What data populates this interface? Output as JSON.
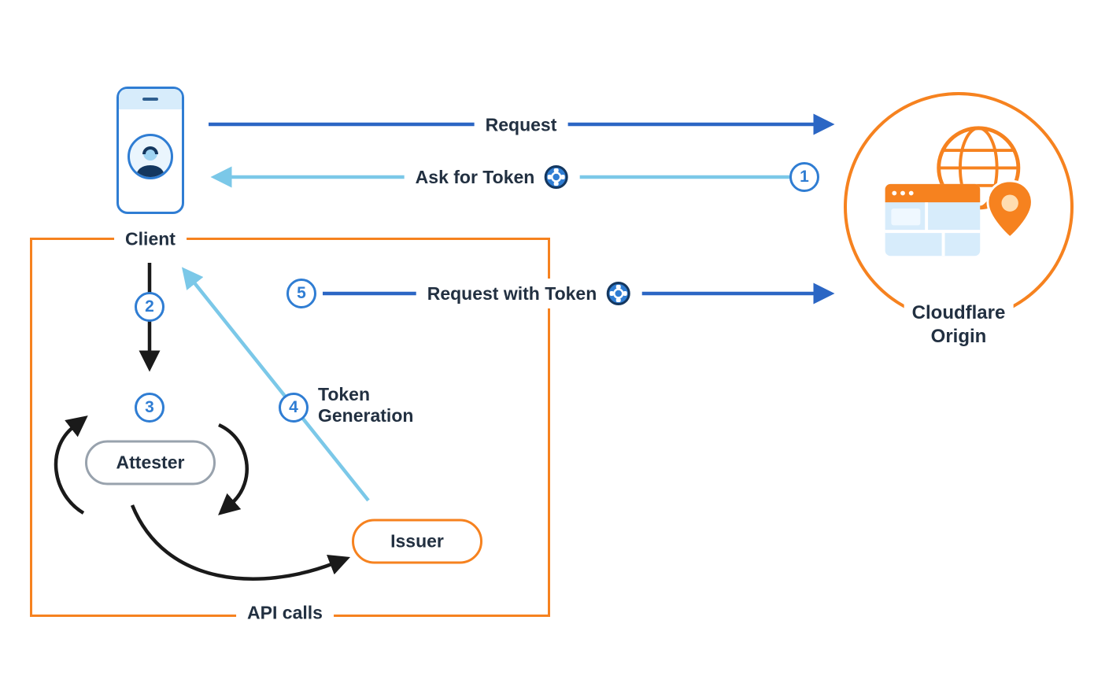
{
  "diagram": {
    "nodes": {
      "client": {
        "label": "Client"
      },
      "attester": {
        "label": "Attester"
      },
      "issuer": {
        "label": "Issuer"
      },
      "origin": {
        "label_line1": "Cloudflare",
        "label_line2": "Origin"
      }
    },
    "flows": {
      "request": {
        "label": "Request"
      },
      "ask_for_token": {
        "label": "Ask for Token",
        "step": "1"
      },
      "client_to_attester": {
        "step": "2"
      },
      "attestation": {
        "step": "3"
      },
      "token_generation": {
        "label_line1": "Token",
        "label_line2": "Generation",
        "step": "4"
      },
      "request_with_token": {
        "label": "Request with Token",
        "step": "5"
      },
      "api_calls": {
        "label": "API calls"
      }
    },
    "icons": {
      "token": "token-icon",
      "client_device": "smartphone-user-icon",
      "origin_globe": "globe-icon",
      "origin_browser": "browser-window-icon",
      "origin_pin": "location-pin-icon",
      "attester_loop": "refresh-arrows-icon"
    },
    "colors": {
      "orange": "#F6821F",
      "blue": "#2F7DD3",
      "dark_blue_arrow": "#2B66C4",
      "light_blue_arrow": "#7BC8E8",
      "navy": "#14375F",
      "gray": "#98A2AD",
      "text": "#223041",
      "light_blue_fill": "#D7ECFB",
      "black": "#1A1A1A"
    }
  }
}
